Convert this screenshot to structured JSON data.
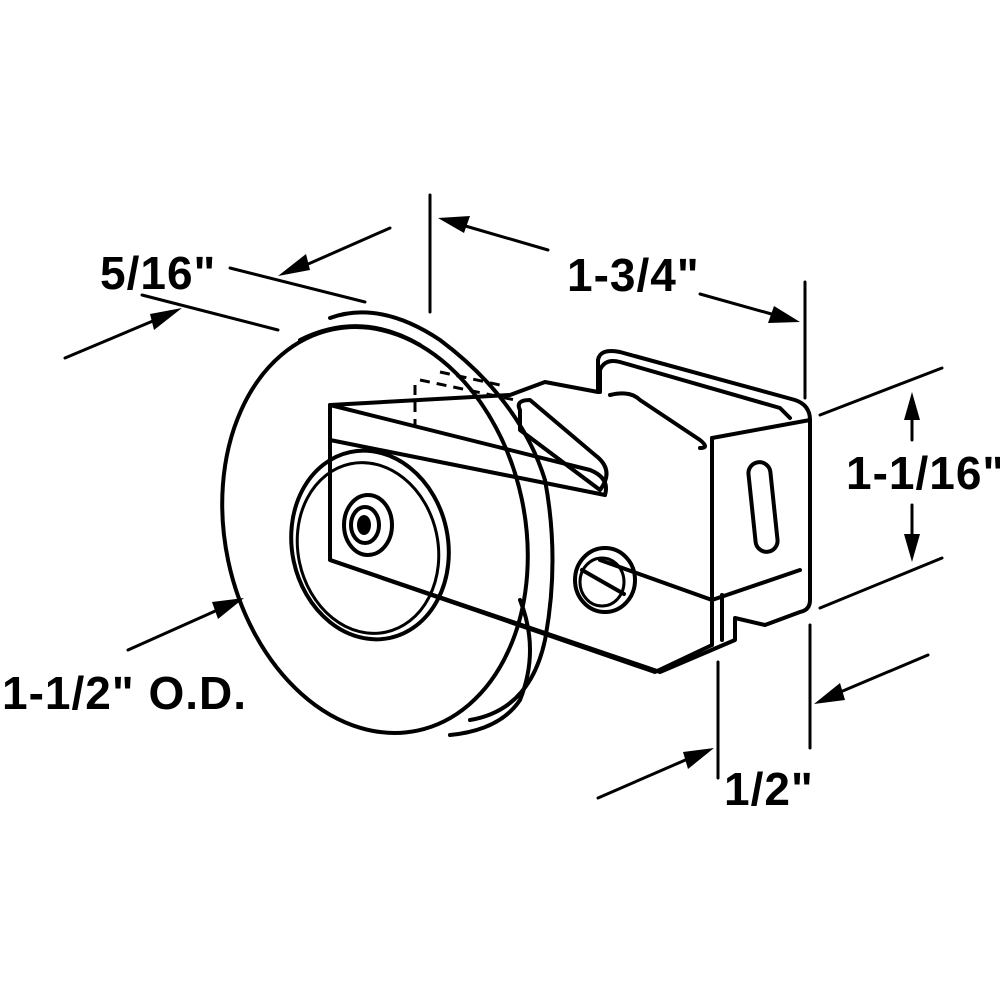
{
  "figure": {
    "subject": "Sliding door roller assembly",
    "colors": {
      "line": "#000000",
      "background": "#ffffff"
    }
  },
  "dimensions": {
    "wheel_width": "5/16\"",
    "overall_length": "1-3/4\"",
    "housing_height": "1-1/16\"",
    "wheel_diameter": "1-1/2\" O.D.",
    "housing_depth": "1/2\""
  }
}
